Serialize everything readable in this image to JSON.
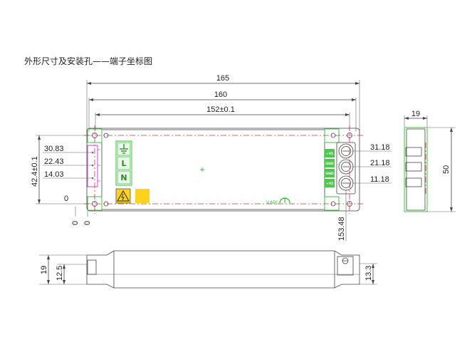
{
  "title": "外形尺寸及安装孔——端子坐标图",
  "dimensions": {
    "top_view": {
      "overall_length": "165",
      "body_length": "160",
      "hole_spacing": "152±0.1",
      "hole_spacing_vertical": "42.4±0.1",
      "terminal_coord_x": "153.48",
      "left_terminal_y": [
        "30.83",
        "22.43",
        "14.03"
      ],
      "right_terminal_y": [
        "31.18",
        "21.18",
        "11.18"
      ],
      "origin_zero_x": "0",
      "origin_zero_y_a": "0",
      "origin_zero_y_b": "0"
    },
    "side_view": {
      "width": "19",
      "height": "50"
    },
    "front_view": {
      "total_height": "19",
      "left_height": "12.5",
      "right_height": "13.3"
    }
  },
  "labels": {
    "input_terminals": [
      "L",
      "N"
    ],
    "output_terminals": [
      "+V1",
      "GND",
      "GND",
      "+V2"
    ],
    "adjust": "V.ADJ"
  },
  "colors": {
    "outline": "#444444",
    "terminal_green": "#4cc94c",
    "centerline_red": "#d93040",
    "highlight_magenta": "#cc33cc",
    "warning_yellow": "#ffd21f"
  },
  "icons": [
    "ground-icon",
    "warning-triangle-icon",
    "adjust-potentiometer-icon"
  ]
}
